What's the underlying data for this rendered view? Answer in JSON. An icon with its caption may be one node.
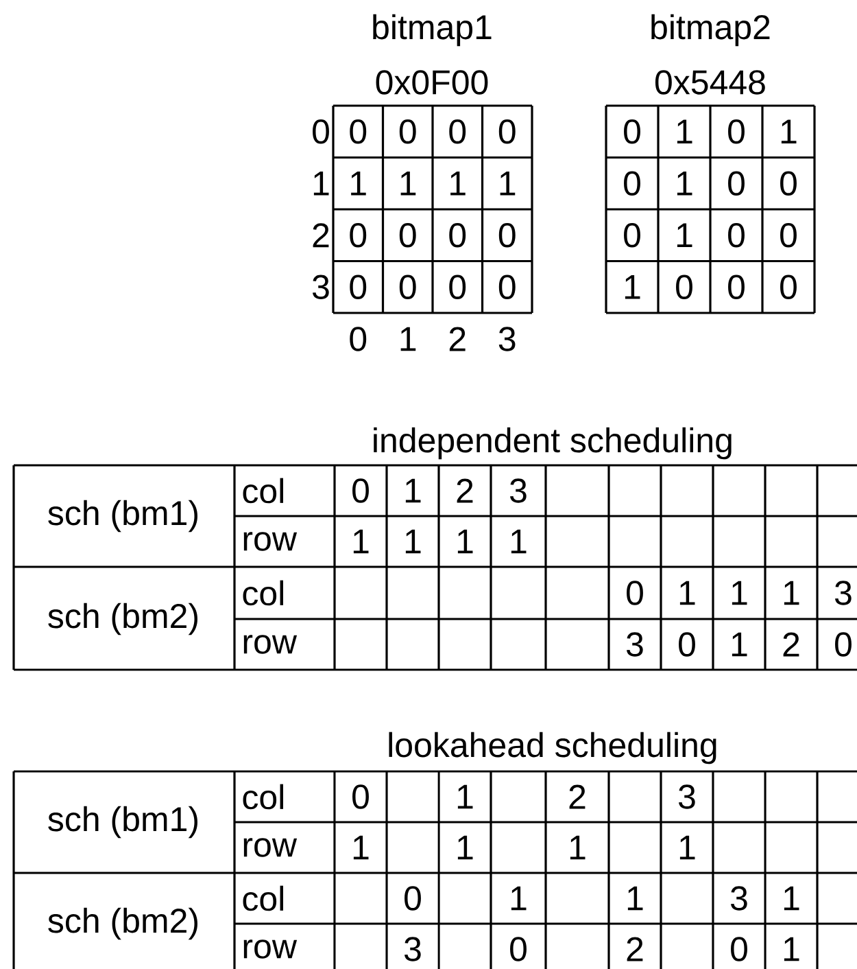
{
  "diagram": {
    "labels": [
      "bitmap1",
      "bitmap2",
      "0x0F00",
      "0x5448",
      "0",
      "0",
      "0",
      "0",
      "0",
      "0",
      "1",
      "0",
      "1",
      "1",
      "1",
      "1",
      "1",
      "1",
      "0",
      "1",
      "0",
      "0",
      "2",
      "0",
      "0",
      "0",
      "0",
      "0",
      "1",
      "0",
      "0",
      "3",
      "0",
      "0",
      "0",
      "0",
      "1",
      "0",
      "0",
      "0",
      "0",
      "1",
      "2",
      "3",
      "independent scheduling",
      "sch (bm1)",
      "col",
      "0",
      "1",
      "2",
      "3",
      "row",
      "1",
      "1",
      "1",
      "1",
      "sch (bm2)",
      "col",
      "0",
      "1",
      "1",
      "1",
      "3",
      "row",
      "3",
      "0",
      "1",
      "2",
      "0",
      "lookahead scheduling",
      "sch (bm1)",
      "col",
      "0",
      "1",
      "2",
      "3",
      "row",
      "1",
      "1",
      "1",
      "1",
      "sch (bm2)",
      "col",
      "0",
      "1",
      "1",
      "3",
      "1",
      "row",
      "3",
      "0",
      "2",
      "0",
      "1"
    ]
  }
}
